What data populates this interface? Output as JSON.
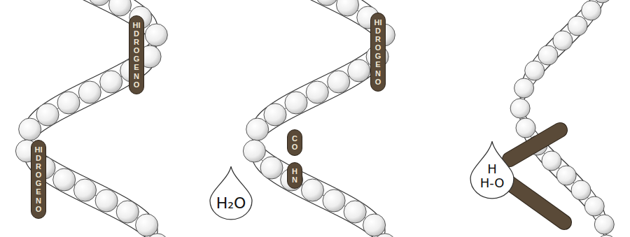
{
  "diagram": {
    "nodes": [
      {
        "text": [
          "HIDROGENO"
        ]
      },
      {
        "text": [
          "HIDROGENO"
        ]
      },
      {
        "text": [
          "H₂O"
        ]
      },
      {
        "text": [
          "C O",
          "H N"
        ]
      },
      {
        "text": [
          "HIDROGENO"
        ]
      },
      {
        "text": [
          "H",
          "H-O"
        ]
      }
    ]
  }
}
